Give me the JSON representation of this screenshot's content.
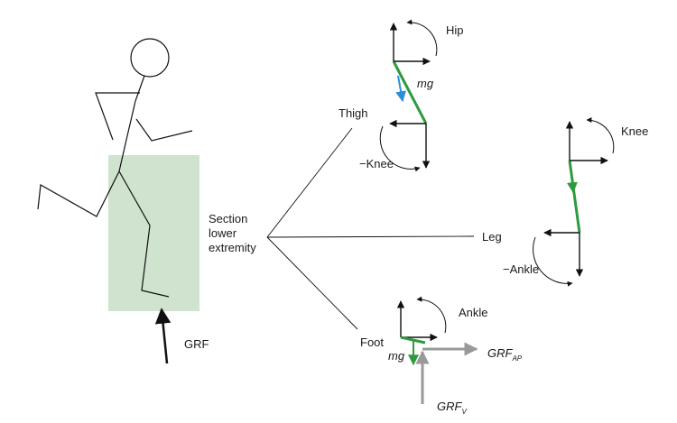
{
  "labels": {
    "section_line1": "Section",
    "section_line2": "lower",
    "section_line3": "extremity",
    "grf": "GRF",
    "thigh": "Thigh",
    "leg": "Leg",
    "foot": "Foot",
    "hip": "Hip",
    "knee": "Knee",
    "neg_knee": "−Knee",
    "neg_ankle": "−Ankle",
    "ankle": "Ankle",
    "mg_thigh": "mg",
    "mg_foot": "mg",
    "grf_ap_main": "GRF",
    "grf_ap_sub": "AP",
    "grf_v_main": "GRF",
    "grf_v_sub": "V"
  },
  "colors": {
    "section_box": "#cfe3cf",
    "segment": "#2e9a3e",
    "gravity_thigh": "#2a8fd8",
    "gravity_foot": "#2e9a3e",
    "grf_vectors": "#999999",
    "ink": "#111111"
  }
}
